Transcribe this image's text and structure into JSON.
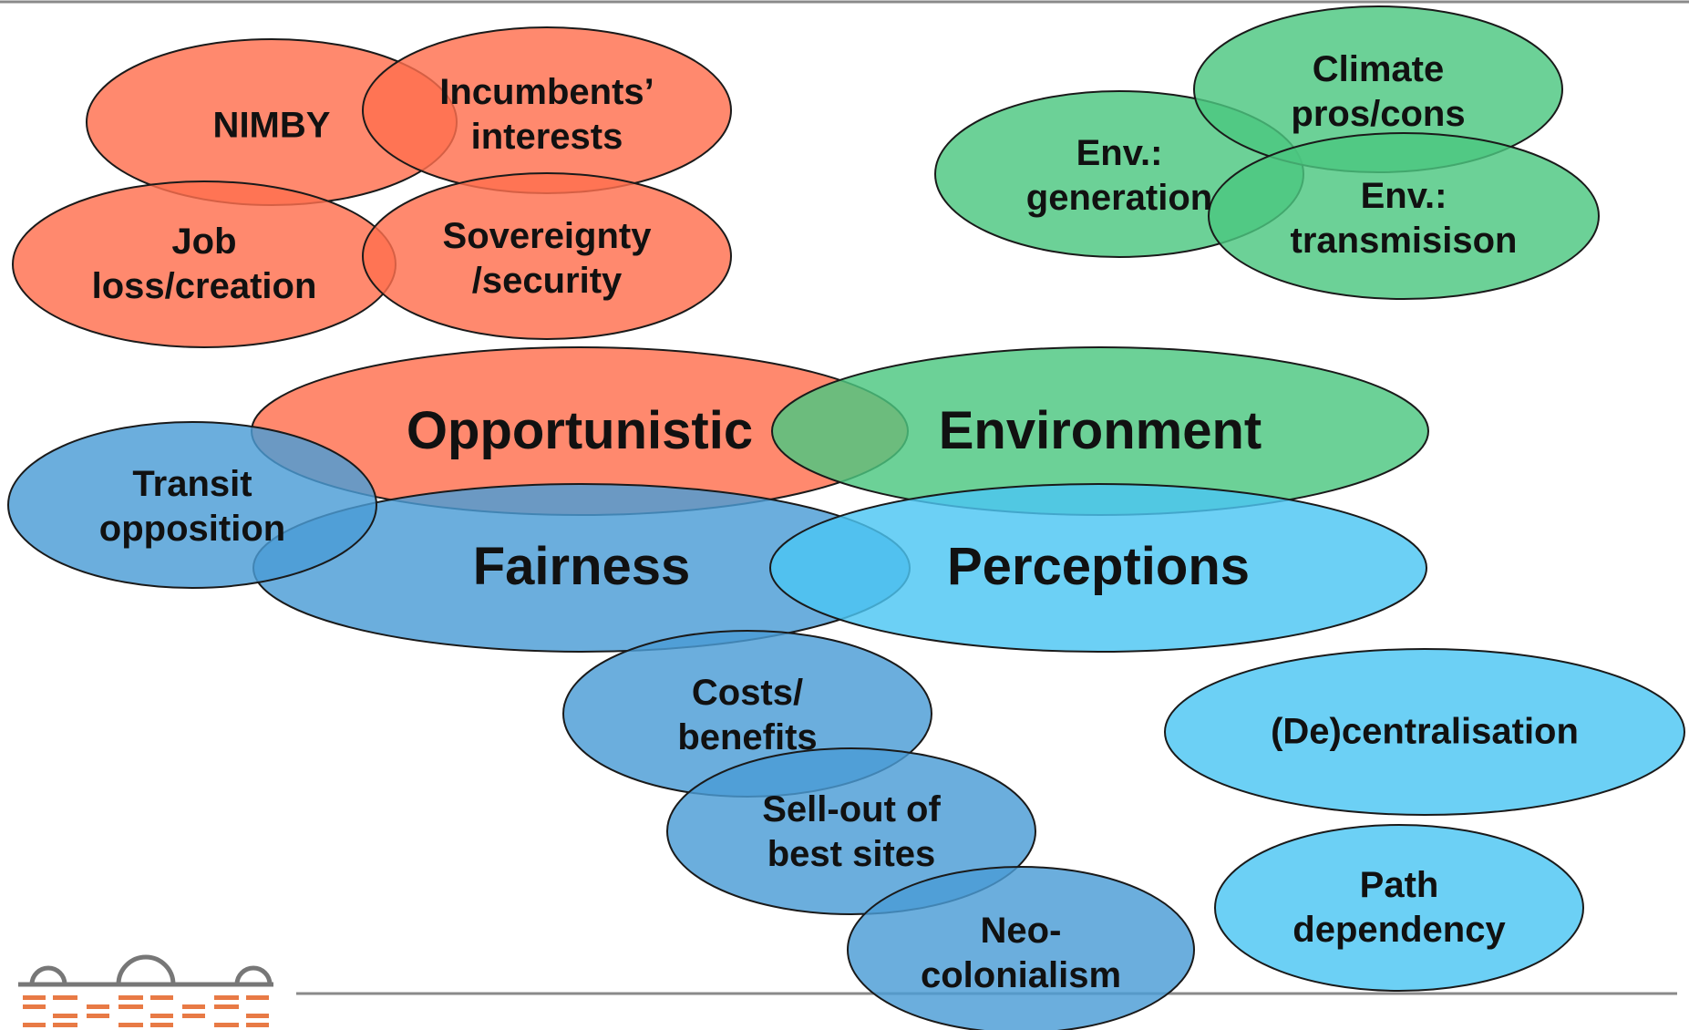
{
  "colors": {
    "opportunistic": "#FF6F4E",
    "environment": "#4CC780",
    "fairness": "#4A9CD6",
    "perceptions": "#4CC6F3",
    "orange_overlap": "#FF3F1A",
    "green_overlap": "#12B04E",
    "blue_overlap": "#2A80C8",
    "cyan_overlap": "#15A7E2",
    "outline": "#1A1A1A",
    "logo_gray": "#777777",
    "logo_orange": "#E87A45"
  },
  "main_categories": {
    "opportunistic": "Opportunistic",
    "environment": "Environment",
    "fairness": "Fairness",
    "perceptions": "Perceptions"
  },
  "opportunistic_items": {
    "nimby": "NIMBY",
    "incumbents": [
      "Incumbents’",
      "interests"
    ],
    "job": [
      "Job",
      "loss/creation"
    ],
    "sovereignty": [
      "Sovereignty",
      "/security"
    ]
  },
  "environment_items": {
    "climate": [
      "Climate",
      "pros/cons"
    ],
    "env_generation": [
      "Env.:",
      "generation"
    ],
    "env_transmission": [
      "Env.:",
      "transmisison"
    ]
  },
  "fairness_items": {
    "transit": [
      "Transit",
      "opposition"
    ],
    "costs": [
      "Costs/",
      "benefits"
    ],
    "sellout": [
      "Sell-out of",
      "best sites"
    ],
    "neo": [
      "Neo-",
      "colonialism"
    ]
  },
  "perceptions_items": {
    "decentral": "(De)centralisation",
    "path": [
      "Path",
      "dependency"
    ]
  },
  "logo": {
    "icon": "arch-logo-icon"
  }
}
